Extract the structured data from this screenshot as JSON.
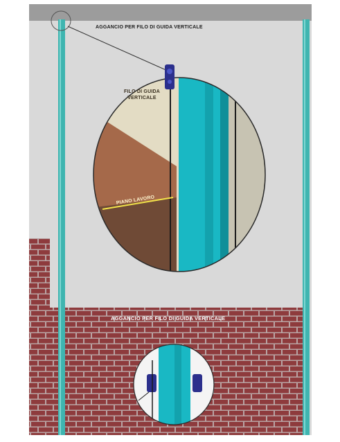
{
  "labels": {
    "top_callout": "AGGANCIO PER FILO DI GUIDA VERTICALE",
    "vertical_wire_line1": "FILO DI GUIDA",
    "vertical_wire_line2": "VERTICALE",
    "working_plane": "PIANO LAVORO",
    "bottom_callout": "AGGANCIO PER FILO DI GUIDA VERTICALE"
  },
  "colors": {
    "background": "#d9d9d9",
    "top_beam": "#9c9c9c",
    "guide_rail": "#3fb5b0",
    "brick": "#8e3b3d",
    "mortar": "#b9a4a4",
    "clamp": "#2b2f8c",
    "earth_light": "#e3dcc4",
    "earth_mid": "#a5694a",
    "earth_dark": "#6f4a36",
    "working_plane_line": "#f2e24a",
    "white_panel": "#f4f4f4"
  },
  "icons": [
    "clamp-icon",
    "zoom-circle-icon"
  ]
}
